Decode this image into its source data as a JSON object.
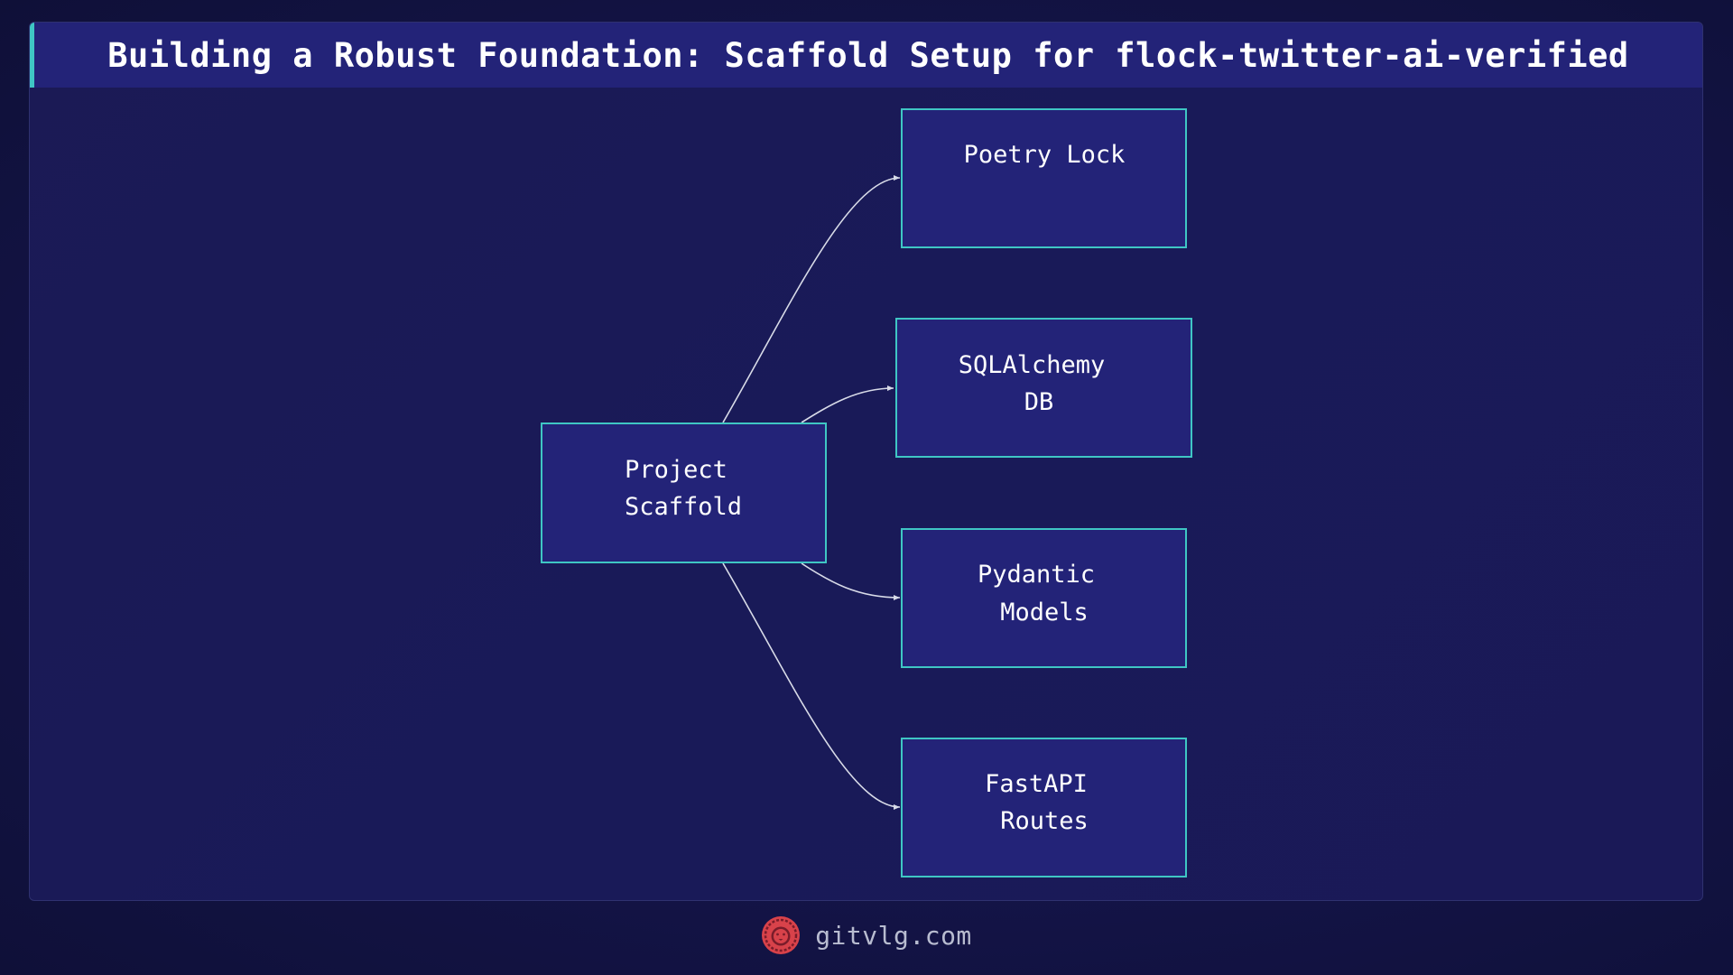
{
  "title": "Building a Robust Foundation: Scaffold Setup for flock-twitter-ai-verified",
  "diagram": {
    "nodes": [
      {
        "id": "project-scaffold",
        "lines": [
          "Project",
          "Scaffold"
        ]
      },
      {
        "id": "poetry-lock",
        "lines": [
          "Poetry Lock"
        ]
      },
      {
        "id": "sqlalchemy-db",
        "lines": [
          "SQLAlchemy",
          "DB"
        ]
      },
      {
        "id": "pydantic-models",
        "lines": [
          "Pydantic",
          "Models"
        ]
      },
      {
        "id": "fastapi-routes",
        "lines": [
          "FastAPI",
          "Routes"
        ]
      }
    ],
    "edges": [
      {
        "from": "project-scaffold",
        "to": "poetry-lock"
      },
      {
        "from": "project-scaffold",
        "to": "sqlalchemy-db"
      },
      {
        "from": "project-scaffold",
        "to": "pydantic-models"
      },
      {
        "from": "project-scaffold",
        "to": "fastapi-routes"
      }
    ]
  },
  "footer": {
    "site": "gitvlg.com",
    "logo_icon": "lion-head-icon"
  },
  "colors": {
    "accent": "#3fc6c4",
    "node_fill": "#232378",
    "edge": "#d8dbe8",
    "logo": "#d8424a"
  }
}
